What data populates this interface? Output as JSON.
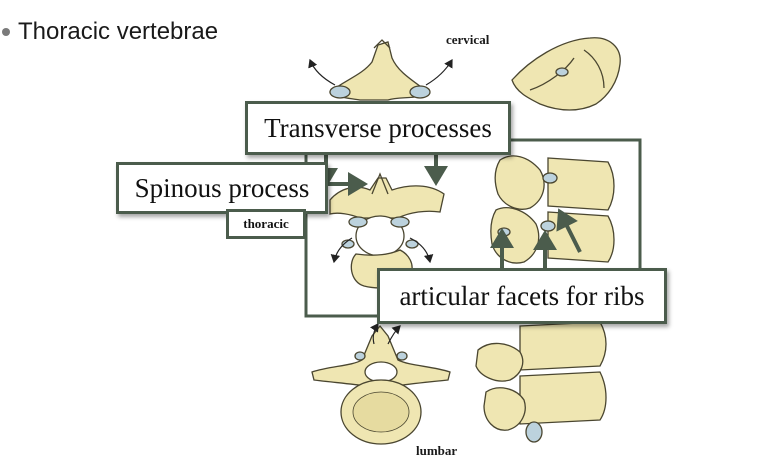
{
  "slide": {
    "title": "Thoracic vertebrae"
  },
  "labels": {
    "cervical": "cervical",
    "thoracic": "thoracic",
    "lumbar": "lumbar"
  },
  "callouts": {
    "transverse": "Transverse processes",
    "spinous": "Spinous process",
    "facets": "articular facets for ribs"
  },
  "colors": {
    "bone": "#efe6b2",
    "bone_outline": "#4a4630",
    "facet": "#bcd2dd",
    "box_border": "#4b5c4c"
  }
}
